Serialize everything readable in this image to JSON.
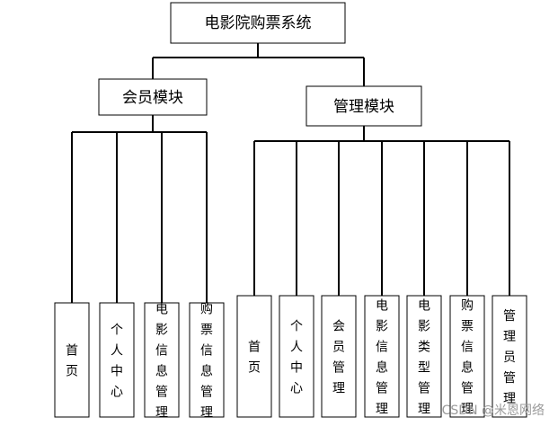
{
  "root": {
    "label": "电影院购票系统"
  },
  "modules": [
    {
      "label": "会员模块",
      "children": [
        "首页",
        "个人中心",
        "电影信息管理",
        "购票信息管理"
      ]
    },
    {
      "label": "管理模块",
      "children": [
        "首页",
        "个人中心",
        "会员管理",
        "电影信息管理",
        "电影类型管理",
        "购票信息管理",
        "管理员管理"
      ]
    }
  ],
  "watermark": "CSDN @米恩网络"
}
